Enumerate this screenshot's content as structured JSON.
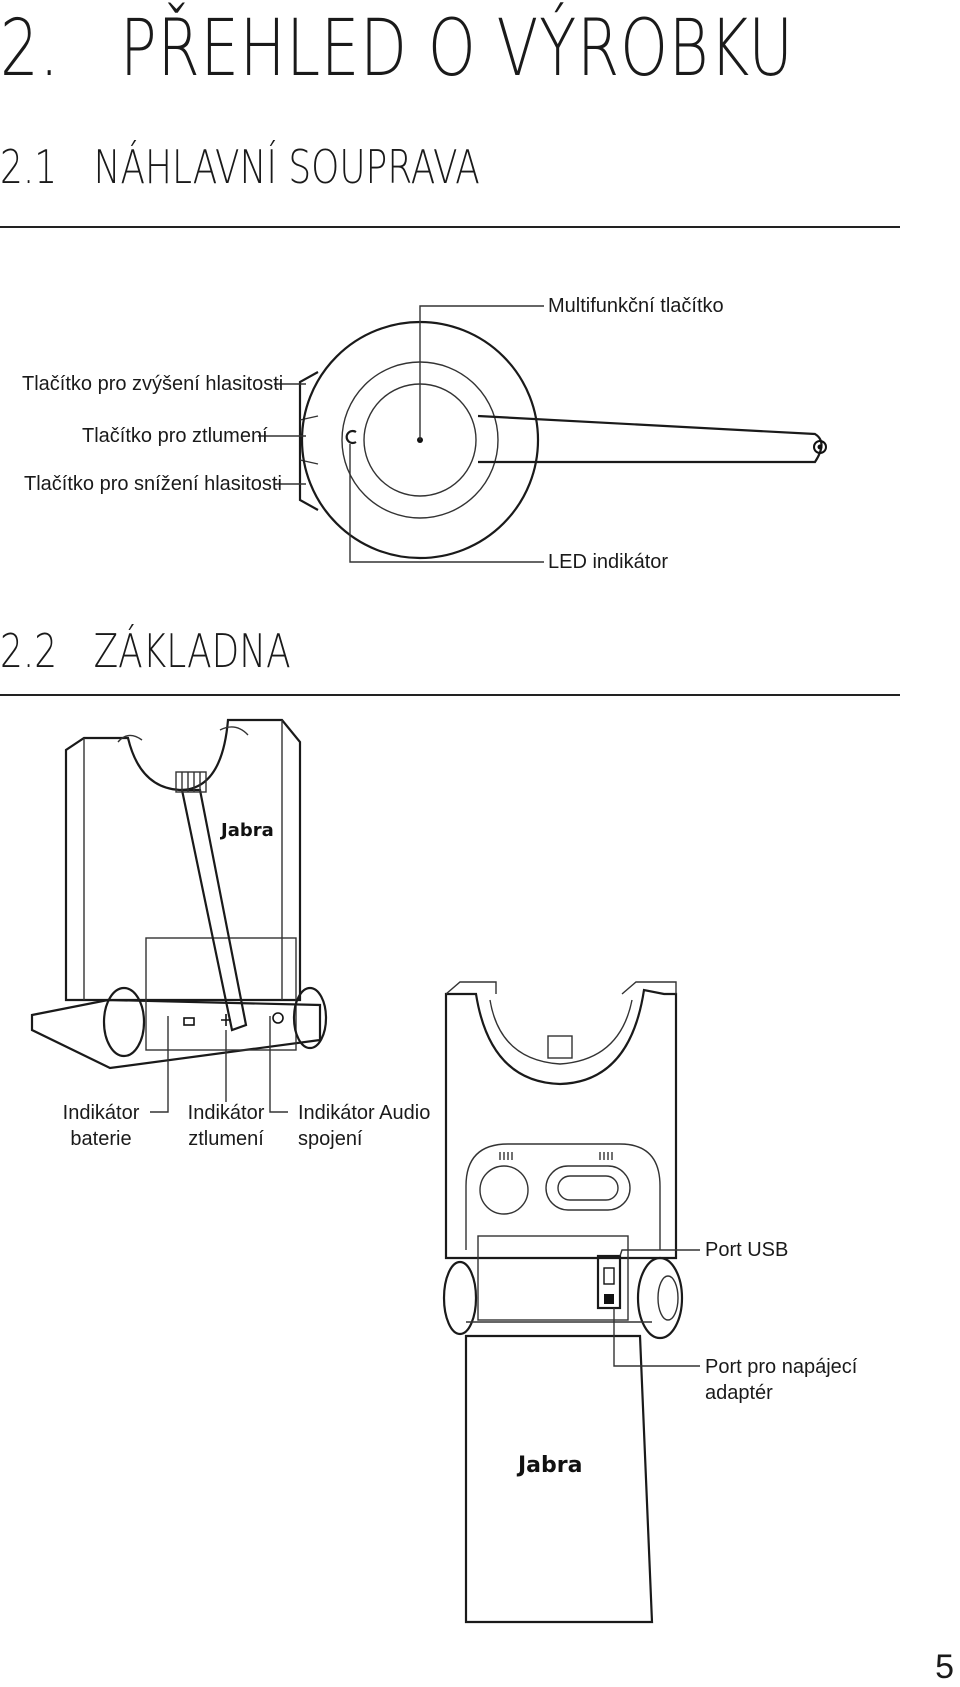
{
  "heading": {
    "number": "2.",
    "title": "PŘEHLED O VÝROBKU"
  },
  "section1": {
    "number": "2.1",
    "title": "NÁHLAVNÍ SOUPRAVA",
    "labels": {
      "multifunction": "Multifunkční tlačítko",
      "volume_up": "Tlačítko pro zvýšení hlasitosti",
      "mute": "Tlačítko pro ztlumení",
      "volume_down": "Tlačítko pro snížení hlasitosti",
      "led": "LED indikátor"
    }
  },
  "section2": {
    "number": "2.2",
    "title": "ZÁKLADNA",
    "labels": {
      "battery_line1": "Indikátor",
      "battery_line2": "baterie",
      "mute_line1": "Indikátor",
      "mute_line2": "ztlumení",
      "audio_line1": "Indikátor Audio",
      "audio_line2": "spojení",
      "usb": "Port USB",
      "power_line1": "Port pro napájecí",
      "power_line2": "adaptér"
    },
    "logo_text": "Jabra"
  },
  "page_number": "5"
}
